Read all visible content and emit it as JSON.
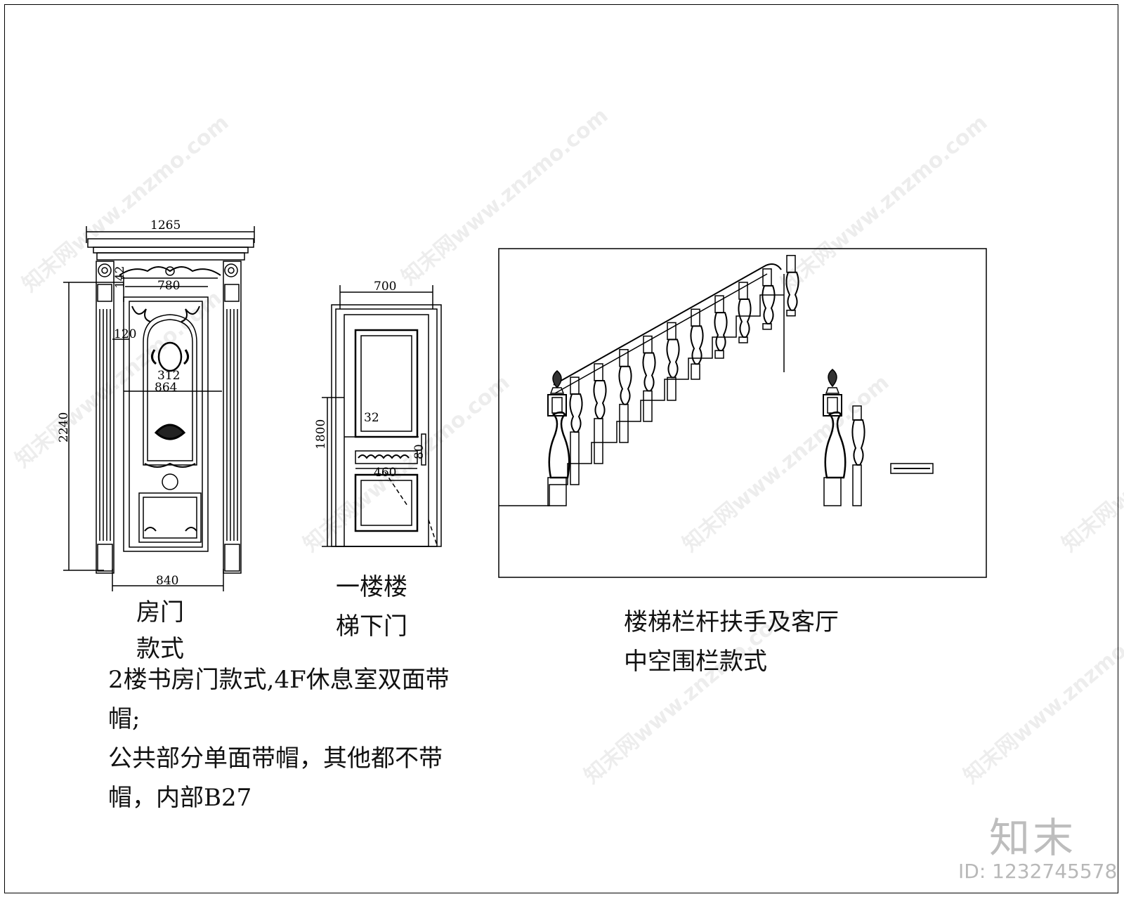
{
  "watermark": {
    "text": "知末网www.znzmo.com"
  },
  "brand": {
    "logo": "知末",
    "image_id": "ID: 1232745578"
  },
  "room_door": {
    "caption_line1": "房门",
    "caption_line2": "款式",
    "dims": {
      "top_width": "1265",
      "inner_width": "780",
      "top_gap": "142",
      "side_gap": "120",
      "medallion": "312",
      "center": "864",
      "height": "2240",
      "base_width": "840"
    }
  },
  "stair_door": {
    "caption_line1": "一楼楼",
    "caption_line2": "梯下门",
    "dims": {
      "width": "700",
      "height": "1800",
      "rail": "32",
      "handle": "80",
      "lower_width": "460"
    }
  },
  "railing": {
    "caption_line1": "楼梯栏杆扶手及客厅",
    "caption_line2": "中空围栏款式"
  },
  "notes": {
    "line1": "2楼书房门款式,4F休息室双面带",
    "line2": "帽;",
    "line3": "公共部分单面带帽，其他都不带",
    "line4": "帽，内部B27"
  }
}
